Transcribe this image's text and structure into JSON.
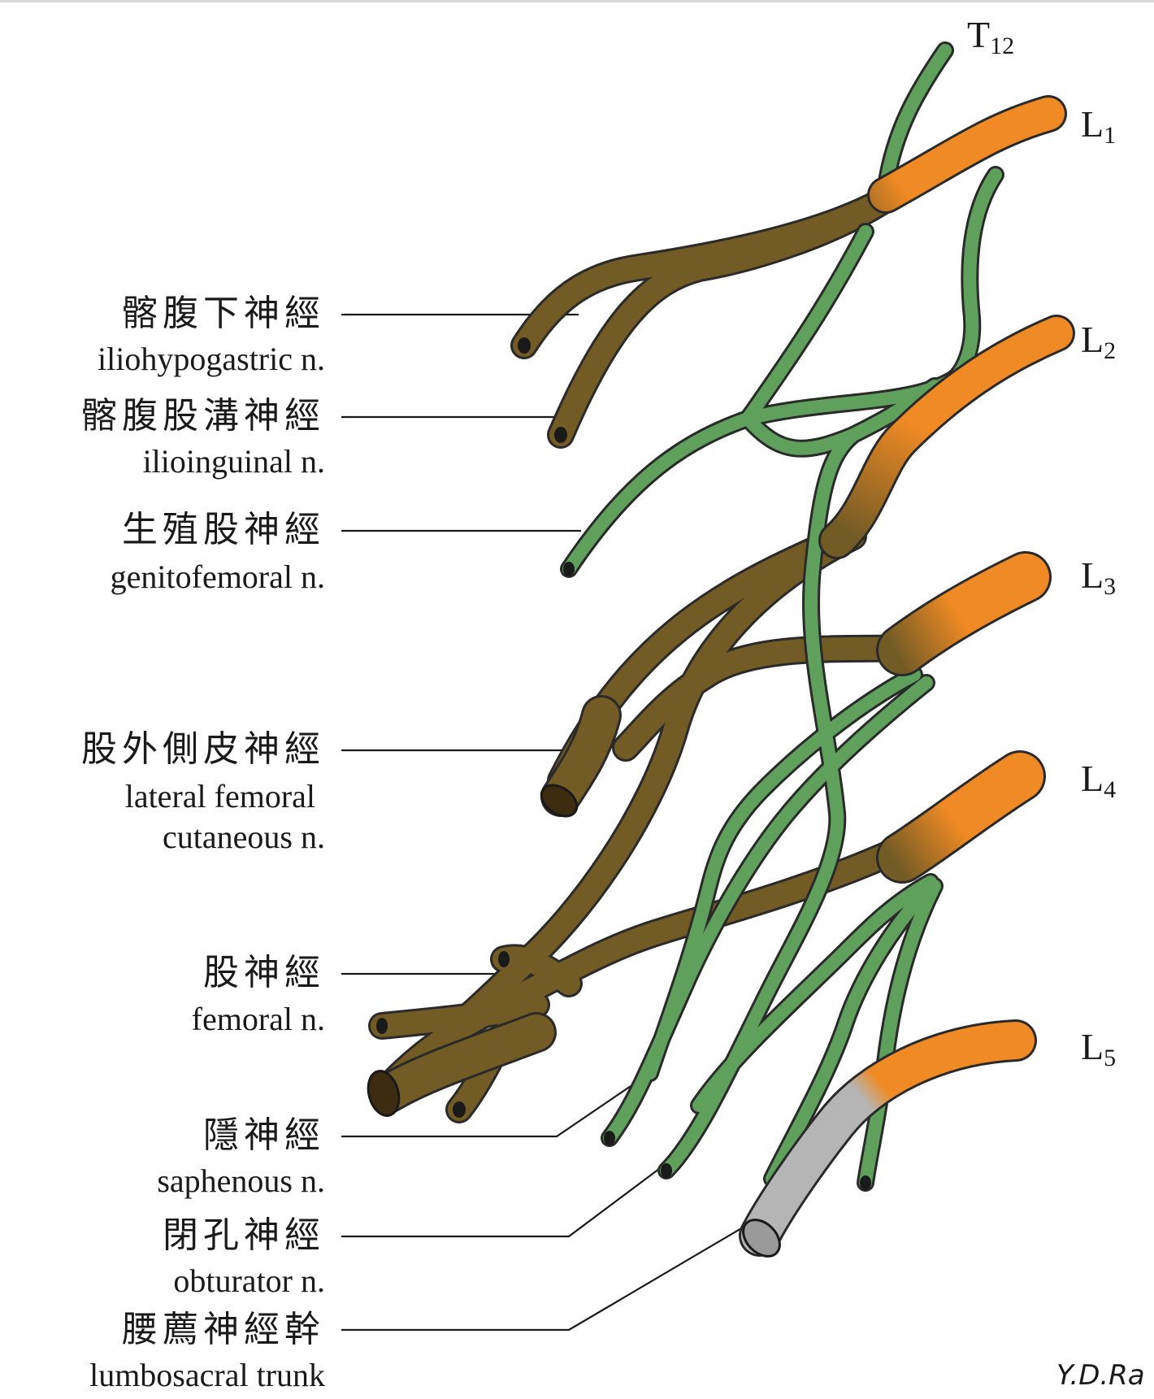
{
  "colors": {
    "root": "#F08A24",
    "anterior_division": "#5FA05D",
    "posterior_division": "#735B25",
    "lumbosacral_trunk": "#B5B5B5",
    "outline": "#2a2a2a"
  },
  "segments": {
    "t12": {
      "base": "T",
      "sub": "12"
    },
    "l1": {
      "base": "L",
      "sub": "1"
    },
    "l2": {
      "base": "L",
      "sub": "2"
    },
    "l3": {
      "base": "L",
      "sub": "3"
    },
    "l4": {
      "base": "L",
      "sub": "4"
    },
    "l5": {
      "base": "L",
      "sub": "5"
    }
  },
  "nerves": {
    "iliohypogastric": {
      "zh": "髂腹下神經",
      "en": "iliohypogastric n."
    },
    "ilioinguinal": {
      "zh": "髂腹股溝神經",
      "en": "ilioinguinal n."
    },
    "genitofemoral": {
      "zh": "生殖股神經",
      "en": "genitofemoral n."
    },
    "lateral_femoral_cutaneous": {
      "zh": "股外側皮神經",
      "en_line1": "lateral femoral",
      "en_line2": "cutaneous n."
    },
    "femoral": {
      "zh": "股神經",
      "en": "femoral n."
    },
    "saphenous": {
      "zh": "隱神經",
      "en": "saphenous n."
    },
    "obturator": {
      "zh": "閉孔神經",
      "en": "obturator n."
    },
    "lumbosacral_trunk": {
      "zh": "腰薦神經幹",
      "en": "lumbosacral trunk"
    }
  },
  "signature": "Y.D.Ra"
}
